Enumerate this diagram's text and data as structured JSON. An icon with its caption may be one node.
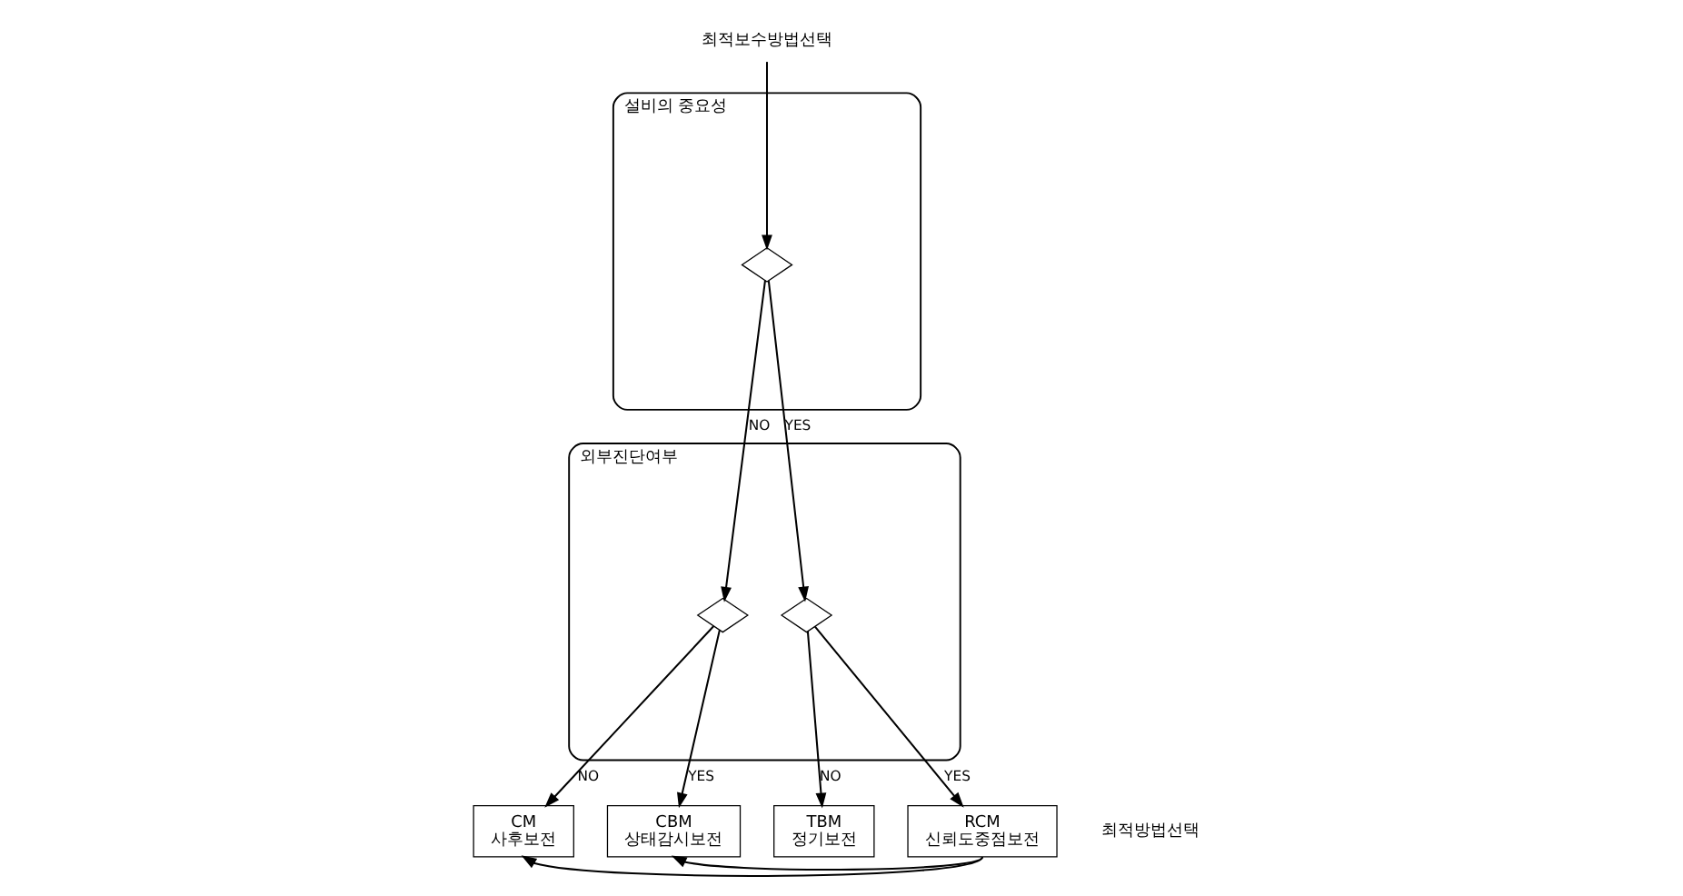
{
  "diagram": {
    "nodes": [
      {
        "text": [
          "최적보수방법선택"
        ]
      },
      {
        "text": [
          "설비의 중요성"
        ]
      },
      {
        "text": [],
        "shape": "diamond",
        "in": 1
      },
      {
        "text": [
          "외부진단여부"
        ]
      },
      {
        "text": [],
        "shape": "diamond",
        "in": 3
      },
      {
        "text": [],
        "shape": "diamond",
        "in": 3
      },
      {
        "text": [
          "CM",
          "사후보전"
        ]
      },
      {
        "text": [
          "CBM",
          "상태감시보전"
        ]
      },
      {
        "text": [
          "TBM",
          "정기보전"
        ]
      },
      {
        "text": [
          "RCM",
          "신뢰도중점보전"
        ]
      }
    ],
    "edges": [
      {
        "from": 0,
        "to": 2,
        "arrow": "to"
      },
      {
        "from": 2,
        "to": 4,
        "arrow": "to",
        "label": "NO"
      },
      {
        "from": 2,
        "to": 5,
        "arrow": "to",
        "label": "YES"
      },
      {
        "from": 4,
        "to": 6,
        "arrow": "to",
        "label": "NO"
      },
      {
        "from": 4,
        "to": 7,
        "arrow": "to",
        "label": "YES"
      },
      {
        "from": 5,
        "to": 8,
        "arrow": "to",
        "label": "NO"
      },
      {
        "from": 5,
        "to": 9,
        "arrow": "to",
        "label": "YES"
      },
      {
        "from": 9,
        "to": 6,
        "arrow": "to"
      },
      {
        "from": 9,
        "to": 7,
        "arrow": "to"
      }
    ],
    "labels": [
      "최적방법선택"
    ]
  }
}
